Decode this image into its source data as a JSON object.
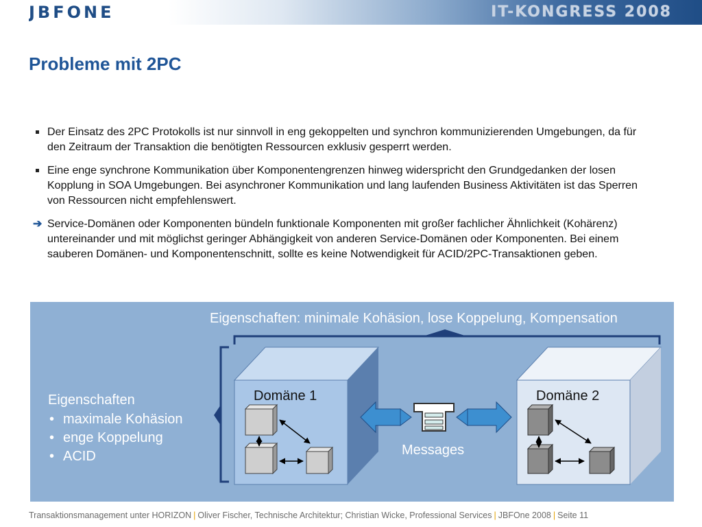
{
  "header": {
    "logo_text": "JBFONE",
    "event_title": "IT-KONGRESS 2008"
  },
  "slide": {
    "title": "Probleme mit 2PC",
    "bullets": [
      {
        "type": "square",
        "text": "Der Einsatz des 2PC Protokolls ist nur sinnvoll in eng gekoppelten und synchron kommunizierenden Umgebungen, da für den Zeitraum der Transaktion die benötigten Ressourcen exklusiv gesperrt werden."
      },
      {
        "type": "square",
        "text": "Eine enge synchrone Kommunikation über Komponentengrenzen hinweg widerspricht den Grundgedanken der losen Kopplung in SOA Umgebungen. Bei asynchroner Kommunikation und lang laufenden Business Aktivitäten ist das Sperren von Ressourcen nicht empfehlenswert."
      },
      {
        "type": "arrow",
        "arrow_glyph": "➔",
        "text": "Service-Domänen oder Komponenten bündeln funktionale Komponenten mit großer fachlicher Ähnlichkeit (Kohärenz) untereinander und mit möglichst geringer Abhängigkeit von anderen Service-Domänen oder Komponenten. Bei einem sauberen Domänen- und Komponentenschnitt, sollte es keine Notwendigkeit für ACID/2PC-Transaktionen geben."
      }
    ]
  },
  "diagram": {
    "top_label": "Eigenschaften: minimale Kohäsion, lose Koppelung, Kompensation",
    "left_heading": "Eigenschaften",
    "left_items": [
      "maximale Kohäsion",
      "enge Koppelung",
      "ACID"
    ],
    "bullet_glyph": "•",
    "domain1_label": "Domäne 1",
    "domain2_label": "Domäne 2",
    "messages_label": "Messages",
    "colors": {
      "background": "#8fb0d4",
      "cube_front": "#a9c6e7",
      "cube_top": "#c9dcf1",
      "cube_side": "#5b7fae",
      "domain2_front": "#dde7f3",
      "arrow": "#3d8fd0",
      "box_light": "#cfcfcf",
      "box_dark": "#8c8c8c"
    }
  },
  "footer": {
    "part1": "Transaktionsmanagement unter HORIZON",
    "part2": "Oliver Fischer, Technische Architektur; Christian Wicke, Professional Services",
    "part3": "JBFOne 2008",
    "part4": "Seite 11",
    "separator": "|"
  }
}
